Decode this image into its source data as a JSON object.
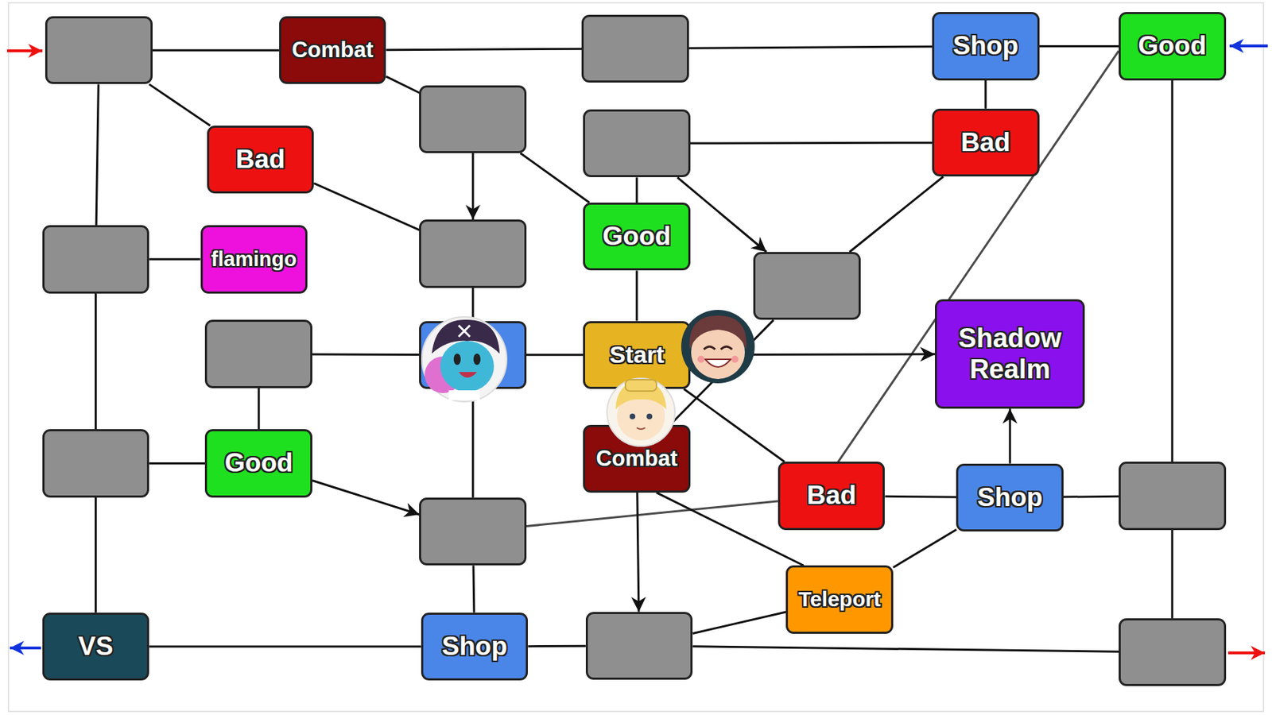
{
  "diagram": {
    "nodes": [
      {
        "text": []
      },
      {
        "text": [
          "Combat"
        ]
      },
      {
        "text": []
      },
      {
        "text": [
          "Shop"
        ]
      },
      {
        "text": [
          "Good"
        ]
      },
      {
        "text": []
      },
      {
        "text": [
          "Bad"
        ]
      },
      {
        "text": []
      },
      {
        "text": [
          "Bad"
        ]
      },
      {
        "text": []
      },
      {
        "text": [
          "flamingo"
        ]
      },
      {
        "text": []
      },
      {
        "text": [
          "Good"
        ]
      },
      {
        "text": []
      },
      {
        "text": []
      },
      {
        "text": []
      },
      {
        "text": [
          "Start"
        ]
      },
      {
        "text": [
          "Shadow Realm"
        ]
      },
      {
        "text": []
      },
      {
        "text": [
          "Good"
        ]
      },
      {
        "text": [
          "Combat"
        ]
      },
      {
        "text": [
          "Bad"
        ]
      },
      {
        "text": [
          "Shop"
        ]
      },
      {
        "text": []
      },
      {
        "text": []
      },
      {
        "text": [
          "Teleport"
        ]
      },
      {
        "text": [
          "VS"
        ]
      },
      {
        "text": [
          "Shop"
        ]
      },
      {
        "text": []
      },
      {
        "text": []
      }
    ],
    "edges": [
      {
        "from": 0,
        "to": 1,
        "arrow": "none"
      },
      {
        "from": 1,
        "to": 2,
        "arrow": "none"
      },
      {
        "from": 2,
        "to": 3,
        "arrow": "none"
      },
      {
        "from": 3,
        "to": 4,
        "arrow": "none"
      },
      {
        "from": 0,
        "to": 6,
        "arrow": "none"
      },
      {
        "from": 0,
        "to": 9,
        "arrow": "none"
      },
      {
        "from": 1,
        "to": 5,
        "arrow": "none"
      },
      {
        "from": 5,
        "to": 11,
        "arrow": "to"
      },
      {
        "from": 5,
        "to": 12,
        "arrow": "none"
      },
      {
        "from": 6,
        "to": 11,
        "arrow": "none"
      },
      {
        "from": 3,
        "to": 8,
        "arrow": "none"
      },
      {
        "from": 7,
        "to": 8,
        "arrow": "none"
      },
      {
        "from": 7,
        "to": 12,
        "arrow": "none"
      },
      {
        "from": 7,
        "to": 13,
        "arrow": "to"
      },
      {
        "from": 8,
        "to": 13,
        "arrow": "none"
      },
      {
        "from": 4,
        "to": 21,
        "arrow": "none"
      },
      {
        "from": 4,
        "to": 23,
        "arrow": "none"
      },
      {
        "from": 9,
        "to": 10,
        "arrow": "none"
      },
      {
        "from": 9,
        "to": 18,
        "arrow": "none"
      },
      {
        "from": 11,
        "to": 15,
        "arrow": "none"
      },
      {
        "from": 14,
        "to": 15,
        "arrow": "none"
      },
      {
        "from": 14,
        "to": 19,
        "arrow": "none"
      },
      {
        "from": 12,
        "to": 16,
        "arrow": "none"
      },
      {
        "from": 15,
        "to": 16,
        "arrow": "none"
      },
      {
        "from": 16,
        "to": 17,
        "arrow": "to"
      },
      {
        "from": 15,
        "to": 24,
        "arrow": "none"
      },
      {
        "from": 16,
        "to": 21,
        "arrow": "none"
      },
      {
        "from": 13,
        "to": 20,
        "arrow": "none"
      },
      {
        "from": 18,
        "to": 19,
        "arrow": "none"
      },
      {
        "from": 18,
        "to": 26,
        "arrow": "none"
      },
      {
        "from": 19,
        "to": 24,
        "arrow": "to"
      },
      {
        "from": 24,
        "to": 21,
        "arrow": "none"
      },
      {
        "from": 24,
        "to": 27,
        "arrow": "none"
      },
      {
        "from": 20,
        "to": 28,
        "arrow": "to"
      },
      {
        "from": 20,
        "to": 25,
        "arrow": "none"
      },
      {
        "from": 21,
        "to": 22,
        "arrow": "none"
      },
      {
        "from": 22,
        "to": 17,
        "arrow": "to"
      },
      {
        "from": 22,
        "to": 23,
        "arrow": "none"
      },
      {
        "from": 22,
        "to": 25,
        "arrow": "none"
      },
      {
        "from": 25,
        "to": 28,
        "arrow": "none"
      },
      {
        "from": 26,
        "to": 27,
        "arrow": "none"
      },
      {
        "from": 27,
        "to": 28,
        "arrow": "none"
      },
      {
        "from": 28,
        "to": 29,
        "arrow": "none"
      },
      {
        "from": 23,
        "to": 29,
        "arrow": "none"
      }
    ]
  }
}
